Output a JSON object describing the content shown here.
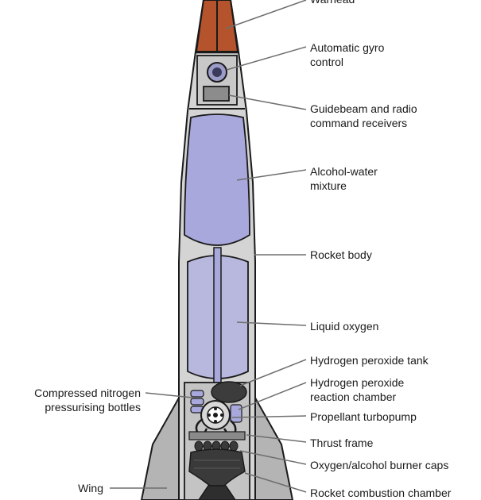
{
  "labels": {
    "warhead": "Warhead",
    "gyro": [
      "Automatic gyro",
      "control"
    ],
    "guidebeam": [
      "Guidebeam and radio",
      "command receivers"
    ],
    "alcohol": [
      "Alcohol-water",
      "mixture"
    ],
    "rocket_body": "Rocket body",
    "liquid_oxygen": "Liquid oxygen",
    "h2o2_tank": "Hydrogen peroxide tank",
    "h2o2_chamber": [
      "Hydrogen peroxide",
      "reaction chamber"
    ],
    "turbopump": "Propellant turbopump",
    "thrust_frame": "Thrust frame",
    "burner_caps": "Oxygen/alcohol burner caps",
    "combustion_chamber": "Rocket combustion chamber",
    "nitrogen": [
      "Compressed nitrogen",
      "pressurising bottles"
    ],
    "wing": "Wing"
  },
  "colors": {
    "warhead": "#b5532d",
    "body": "#d4d4d4",
    "alcohol_tank": "#a8a8dc",
    "oxygen_tank": "#b8b8de",
    "fins": "#b4b4b4",
    "outline": "#1a1a1a",
    "leader": "#6e6e6e"
  }
}
